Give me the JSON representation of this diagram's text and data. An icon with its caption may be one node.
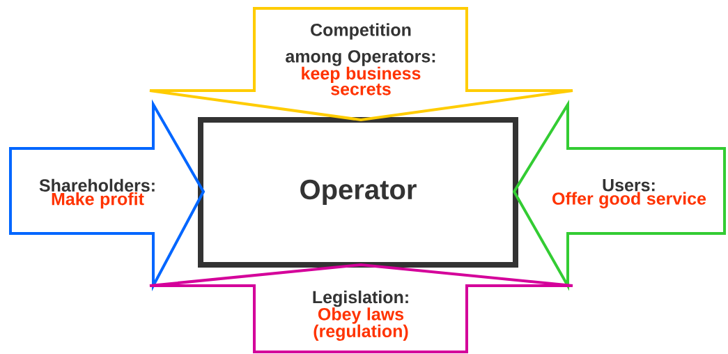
{
  "diagram": {
    "nodes": [
      {
        "text": [
          "Operator"
        ]
      },
      {
        "text": [
          "Competition among Operators:",
          "keep business secrets"
        ]
      },
      {
        "text": [
          "Shareholders:",
          "Make profit"
        ]
      },
      {
        "text": [
          "Users:",
          "Offer good service"
        ]
      },
      {
        "text": [
          "Legislation:",
          "Obey laws (regulation)"
        ]
      }
    ]
  }
}
